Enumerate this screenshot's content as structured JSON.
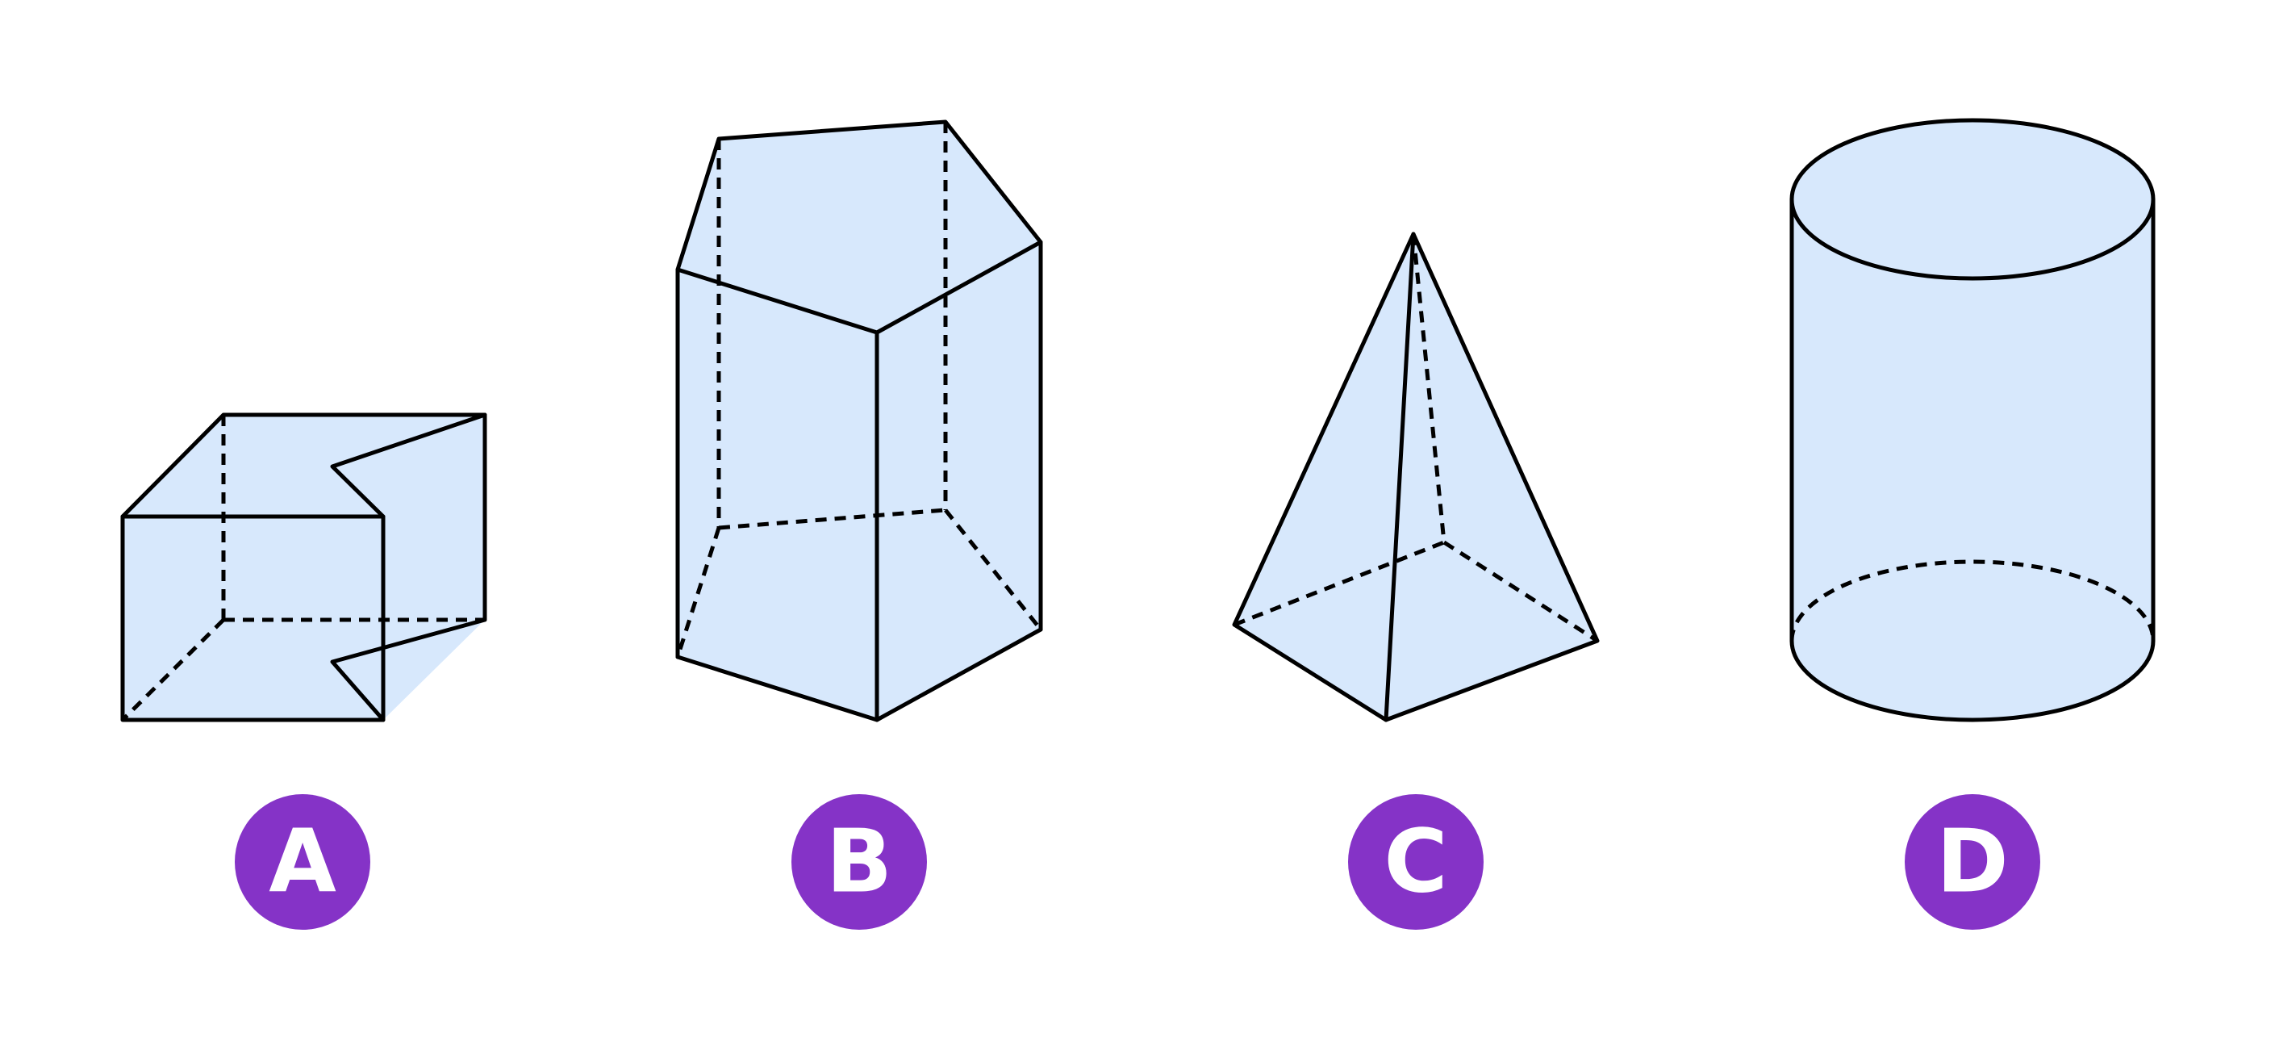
{
  "colors": {
    "face_fill": "#d7e8fc",
    "edge": "#000000",
    "badge": "#8533c7",
    "badge_text": "#ffffff"
  },
  "shapes": [
    {
      "id": "cube",
      "label": "A"
    },
    {
      "id": "pentagonal-prism",
      "label": "B"
    },
    {
      "id": "square-pyramid",
      "label": "C"
    },
    {
      "id": "cylinder",
      "label": "D"
    }
  ]
}
